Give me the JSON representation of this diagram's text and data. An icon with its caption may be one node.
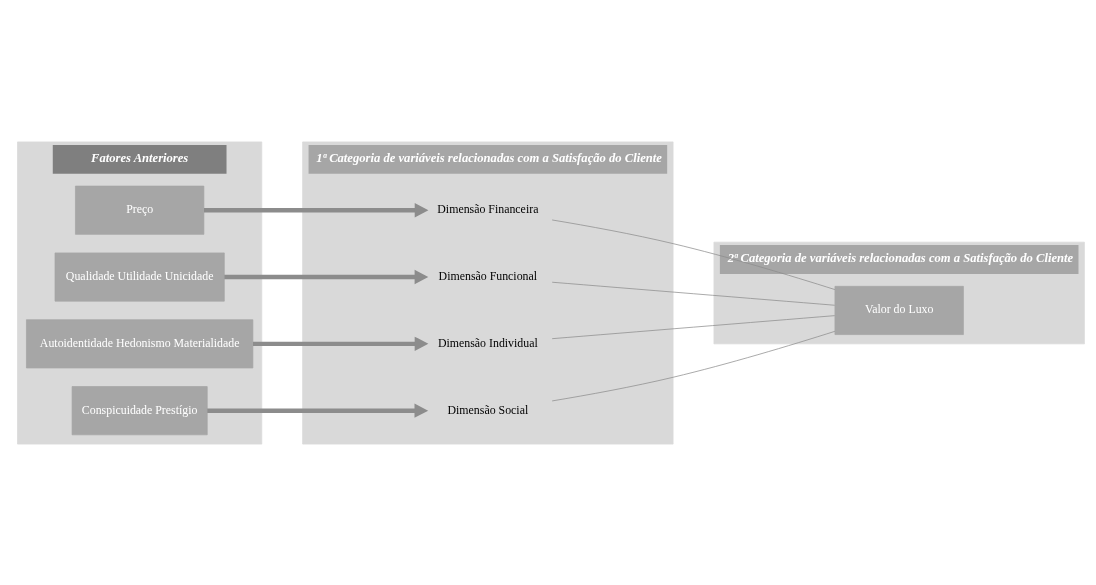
{
  "diagram": {
    "nodes": [
      {
        "text": [
          "Fatores Anteriores"
        ]
      },
      {
        "text": [
          "Preço"
        ],
        "in": 0
      },
      {
        "text": [
          "Qualidade Utilidade Unicidade"
        ],
        "in": 0
      },
      {
        "text": [
          "Autoidentidade Hedonismo Materialidade"
        ],
        "in": 0
      },
      {
        "text": [
          "Conspicuidade Prestígio"
        ],
        "in": 0
      },
      {
        "text": [
          "1ª Categoria de variáveis relacionadas com a Satisfação do Cliente"
        ]
      },
      {
        "text": [
          "Dimensão Financeira"
        ],
        "in": 5
      },
      {
        "text": [
          "Dimensão Funcional"
        ],
        "in": 5
      },
      {
        "text": [
          "Dimensão Individual"
        ],
        "in": 5
      },
      {
        "text": [
          "Dimensão Social"
        ],
        "in": 5
      },
      {
        "text": [
          "2ª Categoria de variáveis relacionadas com a Satisfação do Cliente"
        ]
      },
      {
        "text": [
          "Valor do Luxo"
        ],
        "in": 10
      }
    ],
    "edges": [
      {
        "from": 1,
        "to": 6,
        "arrow": "to",
        "style": "thick"
      },
      {
        "from": 2,
        "to": 7,
        "arrow": "to",
        "style": "thick"
      },
      {
        "from": 3,
        "to": 8,
        "arrow": "to",
        "style": "thick"
      },
      {
        "from": 4,
        "to": 9,
        "arrow": "to",
        "style": "thick"
      },
      {
        "from": 6,
        "to": 11,
        "arrow": "none"
      },
      {
        "from": 7,
        "to": 11,
        "arrow": "none"
      },
      {
        "from": 8,
        "to": 11,
        "arrow": "none"
      },
      {
        "from": 9,
        "to": 11,
        "arrow": "none"
      }
    ]
  }
}
